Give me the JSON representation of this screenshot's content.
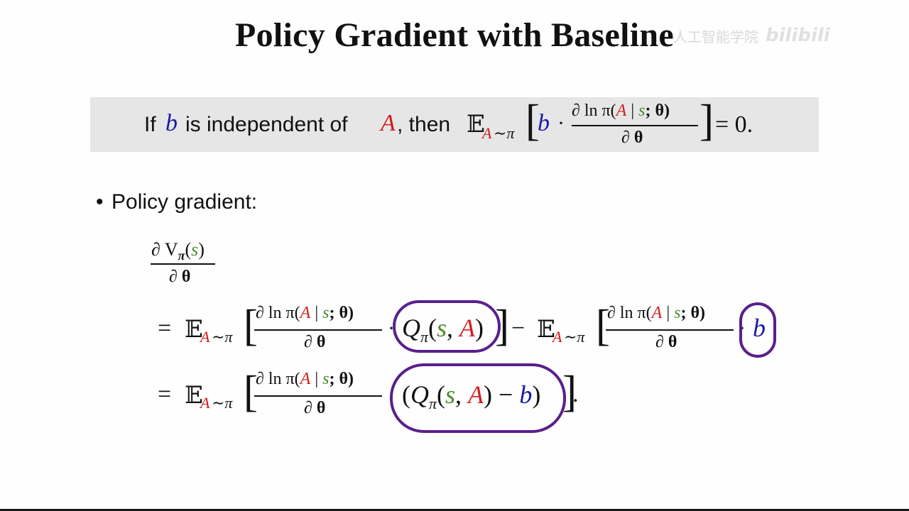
{
  "slide": {
    "title": "Policy Gradient with Baseline",
    "watermark_text": "人工智能学院",
    "watermark_logo": "bilibili"
  },
  "banner": {
    "lead_if": "If",
    "var_b": "b",
    "mid_text": "is independent of",
    "var_A": "A",
    "then_text": ", then",
    "expect": "𝔼",
    "sub_A": "A",
    "sub_rest": "∼π",
    "lbracket": "[",
    "rbracket": "]",
    "dot": "·",
    "num_prefix": "∂ ln π(",
    "num_A": "A",
    "num_bar": " | ",
    "num_s": "s",
    "num_theta": "; θ)",
    "den": "∂ θ",
    "equals_zero": "= 0."
  },
  "bullet": {
    "marker": "•",
    "label": "Policy gradient:"
  },
  "lhs": {
    "num_prefix": "∂ V",
    "num_sub": "π",
    "num_open": "(",
    "num_s": "s",
    "num_close": ")",
    "den": "∂ θ"
  },
  "line1": {
    "eq": "=",
    "expect": "𝔼",
    "sub_A": "A",
    "sub_rest": "∼π",
    "lbracket": "[",
    "rbracket": "]",
    "frac_num_prefix": "∂ ln π(",
    "frac_num_A": "A",
    "frac_num_bar": " | ",
    "frac_num_s": "s",
    "frac_num_theta": "; θ)",
    "frac_den": "∂ θ",
    "dot": "·",
    "Q": "Q",
    "Q_sub": "π",
    "Q_open": "(",
    "Q_s": "s",
    "Q_comma": ", ",
    "Q_A": "A",
    "Q_close": ")",
    "minus": "−",
    "expect2": "𝔼",
    "sub2_A": "A",
    "sub2_rest": "∼π",
    "lbracket2": "[",
    "rbracket2": "]",
    "frac2_num_prefix": "∂ ln π(",
    "frac2_num_A": "A",
    "frac2_num_bar": " | ",
    "frac2_num_s": "s",
    "frac2_num_theta": "; θ)",
    "frac2_den": "∂ θ",
    "dot2": "·",
    "b": "b"
  },
  "line2": {
    "eq": "=",
    "expect": "𝔼",
    "sub_A": "A",
    "sub_rest": "∼π",
    "lbracket": "[",
    "rbracket": "]",
    "frac_num_prefix": "∂ ln π(",
    "frac_num_A": "A",
    "frac_num_bar": " | ",
    "frac_num_s": "s",
    "frac_num_theta": "; θ)",
    "frac_den": "∂ θ",
    "open": "(",
    "Q": "Q",
    "Q_sub": "π",
    "Q_open": "(",
    "Q_s": "s",
    "Q_comma": ", ",
    "Q_A": "A",
    "Q_close": ")",
    "minus": " − ",
    "b": "b",
    "close": ")",
    "period": "."
  },
  "colors": {
    "blue": "#1a1aa8",
    "red": "#d11e1e",
    "green": "#4a8a2a",
    "annotation_purple": "#5a1f8c",
    "banner_gray": "#e6e6e6"
  }
}
